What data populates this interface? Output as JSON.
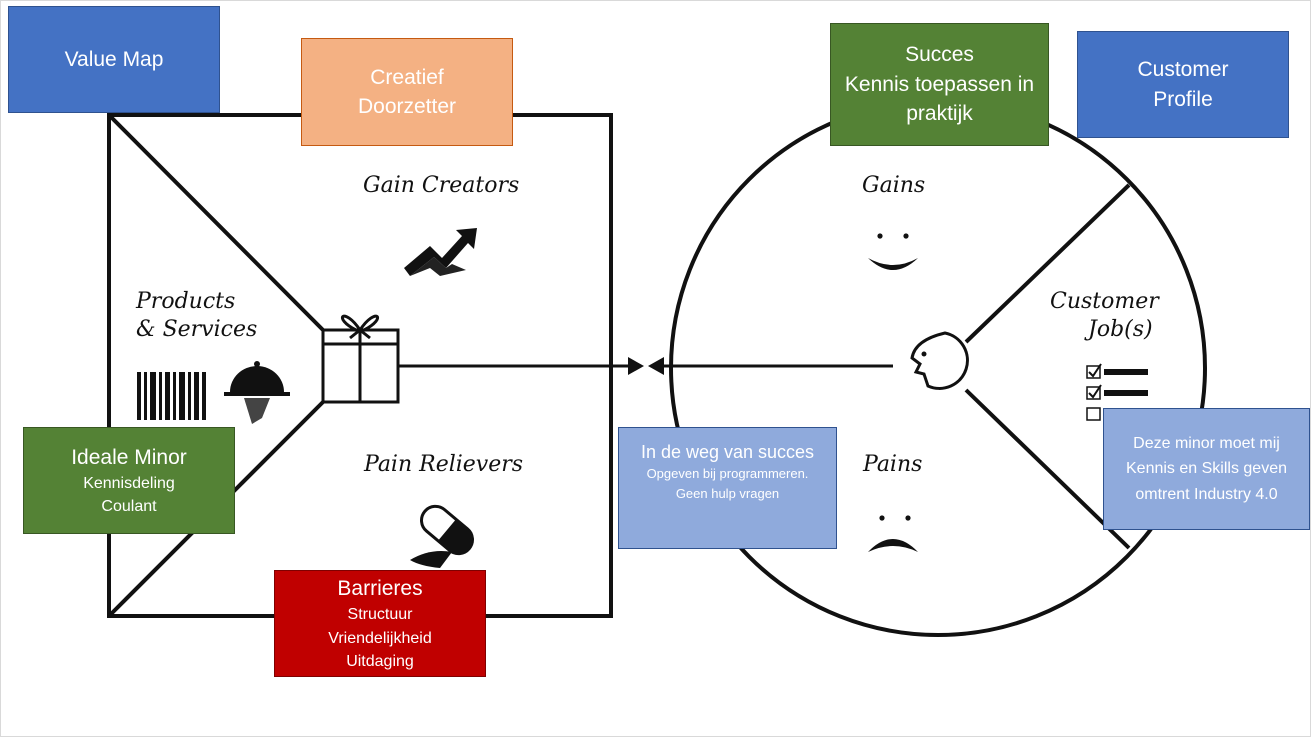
{
  "colors": {
    "blue": "#4472C4",
    "peach": "#F4B183",
    "green": "#548235",
    "red": "#C00000",
    "light_blue": "#8FAADC",
    "ink": "#111111"
  },
  "diagram": {
    "gain_creators": "Gain Creators",
    "products_line1": "Products",
    "products_line2": "& Services",
    "pain_relievers": "Pain Relievers",
    "gains": "Gains",
    "customer_jobs_line1": "Customer",
    "customer_jobs_line2": "Job(s)",
    "pains": "Pains"
  },
  "icons": {
    "gain_creators": "rising-chart-arrow-icon",
    "products": "barcode-icon",
    "service": "cloche-icon",
    "value_map_center": "gift-icon",
    "pain_relievers": "pill-icon",
    "gains": "smile-face-icon",
    "pains": "frown-face-icon",
    "customer": "head-profile-icon",
    "jobs": "checklist-icon"
  },
  "notes": {
    "value_map": {
      "title": "Value Map"
    },
    "creatief": {
      "line1": "Creatief",
      "line2": "Doorzetter"
    },
    "succes": {
      "line1": "Succes",
      "line2": "Kennis toepassen in",
      "line3": "praktijk"
    },
    "customer_profile": {
      "line1": "Customer",
      "line2": "Profile"
    },
    "ideale_minor": {
      "title": "Ideale Minor",
      "line1": "Kennisdeling",
      "line2": "Coulant"
    },
    "barrieres": {
      "title": "Barrieres",
      "line1": "Structuur",
      "line2": "Vriendelijkheid",
      "line3": "Uitdaging"
    },
    "weg_van_succes": {
      "title": "In de weg van succes",
      "line1": "Opgeven bij programmeren.",
      "line2": "Geen hulp vragen"
    },
    "deze_minor": {
      "line1": "Deze minor moet mij",
      "line2": "Kennis en Skills geven",
      "line3": "omtrent Industry 4.0"
    }
  }
}
